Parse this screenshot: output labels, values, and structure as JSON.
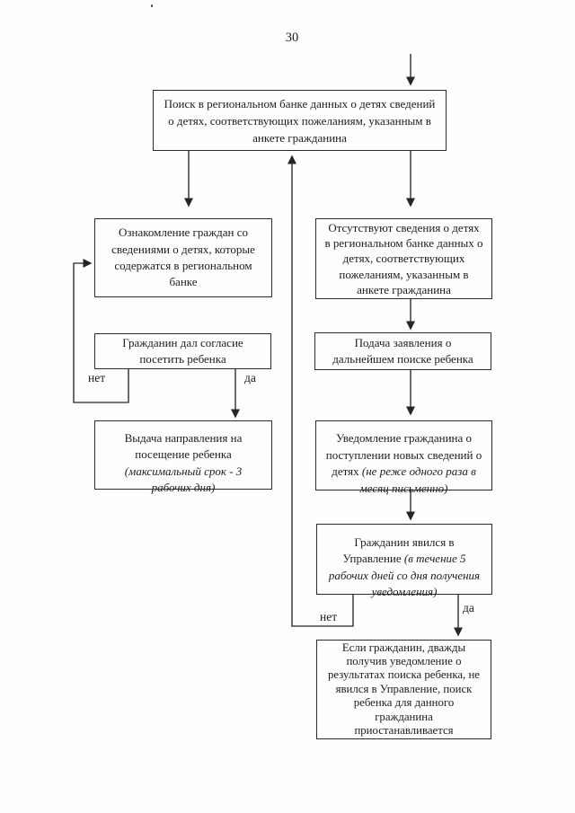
{
  "page": {
    "number": "30"
  },
  "colors": {
    "ink": "#1c1c1c",
    "paper": "#fefefe"
  },
  "labels": {
    "left_no": "нет",
    "left_yes": "да",
    "right_no": "нет",
    "right_yes": "да"
  },
  "boxes": {
    "search": {
      "text": "Поиск в региональном банке данных о детях сведений\nо детях, соответствующих пожеланиям, указанным в\nанкете гражданина"
    },
    "familiarize": {
      "text": "Ознакомление граждан со\nсведениями о детях, которые\nсодержатся в региональном\nбанке"
    },
    "consent": {
      "text": "Гражданин дал согласие\nпосетить ребенка"
    },
    "referral": {
      "text": "Выдача направления на\nпосещение ребенка\n",
      "note": "(максимальный срок - 3\nрабочих дня)"
    },
    "absent": {
      "text": "Отсутствуют сведения о детях\nв региональном банке данных о\nдетях, соответствующих\nпожеланиям, указанным в\nанкете гражданина"
    },
    "application": {
      "text": "Подача заявления о\nдальнейшем поиске ребенка"
    },
    "notify": {
      "text": "Уведомление гражданина о\nпоступлении новых сведений о\nдетях ",
      "note": "(не реже одного раза в\nмесяц письменно)"
    },
    "appeared": {
      "text": "Гражданин явился в\nУправление ",
      "note": "(в течение 5\nрабочих дней со дня получения\nуведомления)"
    },
    "suspend": {
      "text": "Если гражданин, дважды\nполучив уведомление о\nрезультатах поиска ребенка, не\nявился в Управление,  поиск\nребенка для данного\nгражданина\nприостанавливается"
    }
  }
}
